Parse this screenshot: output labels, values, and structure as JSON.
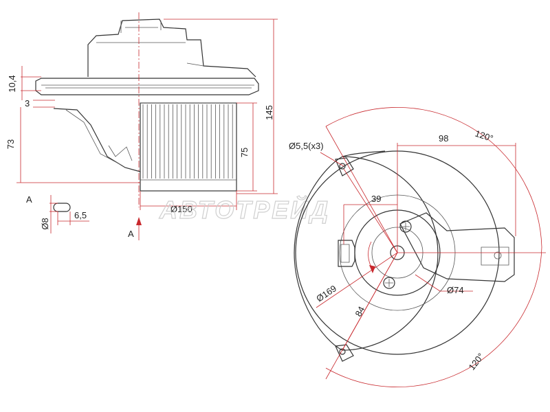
{
  "watermark": "АВТОТРЕЙД",
  "side_view": {
    "dims": {
      "flange_height": "10,4",
      "flange_thickness": "3",
      "lower_height": "73",
      "wheel_height": "75",
      "total_height": "145",
      "wheel_diameter": "Ø150"
    },
    "section_mark": "A"
  },
  "detail_a": {
    "label": "A",
    "pin_diameter": "Ø8",
    "pin_length": "6,5"
  },
  "top_view": {
    "dims": {
      "hole_diameter": "Ø5,5(x3)",
      "angle_top": "120°",
      "angle_bottom": "120°",
      "connector_offset": "98",
      "hub_offset": "39",
      "bolt_circle": "Ø169",
      "hub_diameter": "Ø74",
      "radius_84": "84"
    }
  },
  "colors": {
    "outline": "#333333",
    "dimension": "#c8282d",
    "watermark": "#cfcfcf"
  }
}
